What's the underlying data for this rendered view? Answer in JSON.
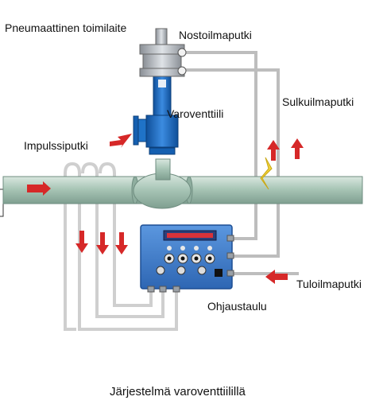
{
  "labels": {
    "actuator": "Pneumaattinen toimilaite",
    "lift_line": "Nostoilmaputki",
    "safety_valve": "Varoventtiili",
    "close_line": "Sulkuilmaputki",
    "impulse_line": "Impulssiputki",
    "supply_line": "Tuloilmaputki",
    "control_panel": "Ohjaustaulu"
  },
  "caption": "Järjestelmä varoventtiilillä",
  "colors": {
    "main_pipe": "#9fbfb0",
    "valve_body": "#1f73c8",
    "control_panel": "#3f7fd0",
    "arrow": "#d62828",
    "air_tube": "#c9c9c9",
    "flow_marker": "#f1d23a"
  }
}
